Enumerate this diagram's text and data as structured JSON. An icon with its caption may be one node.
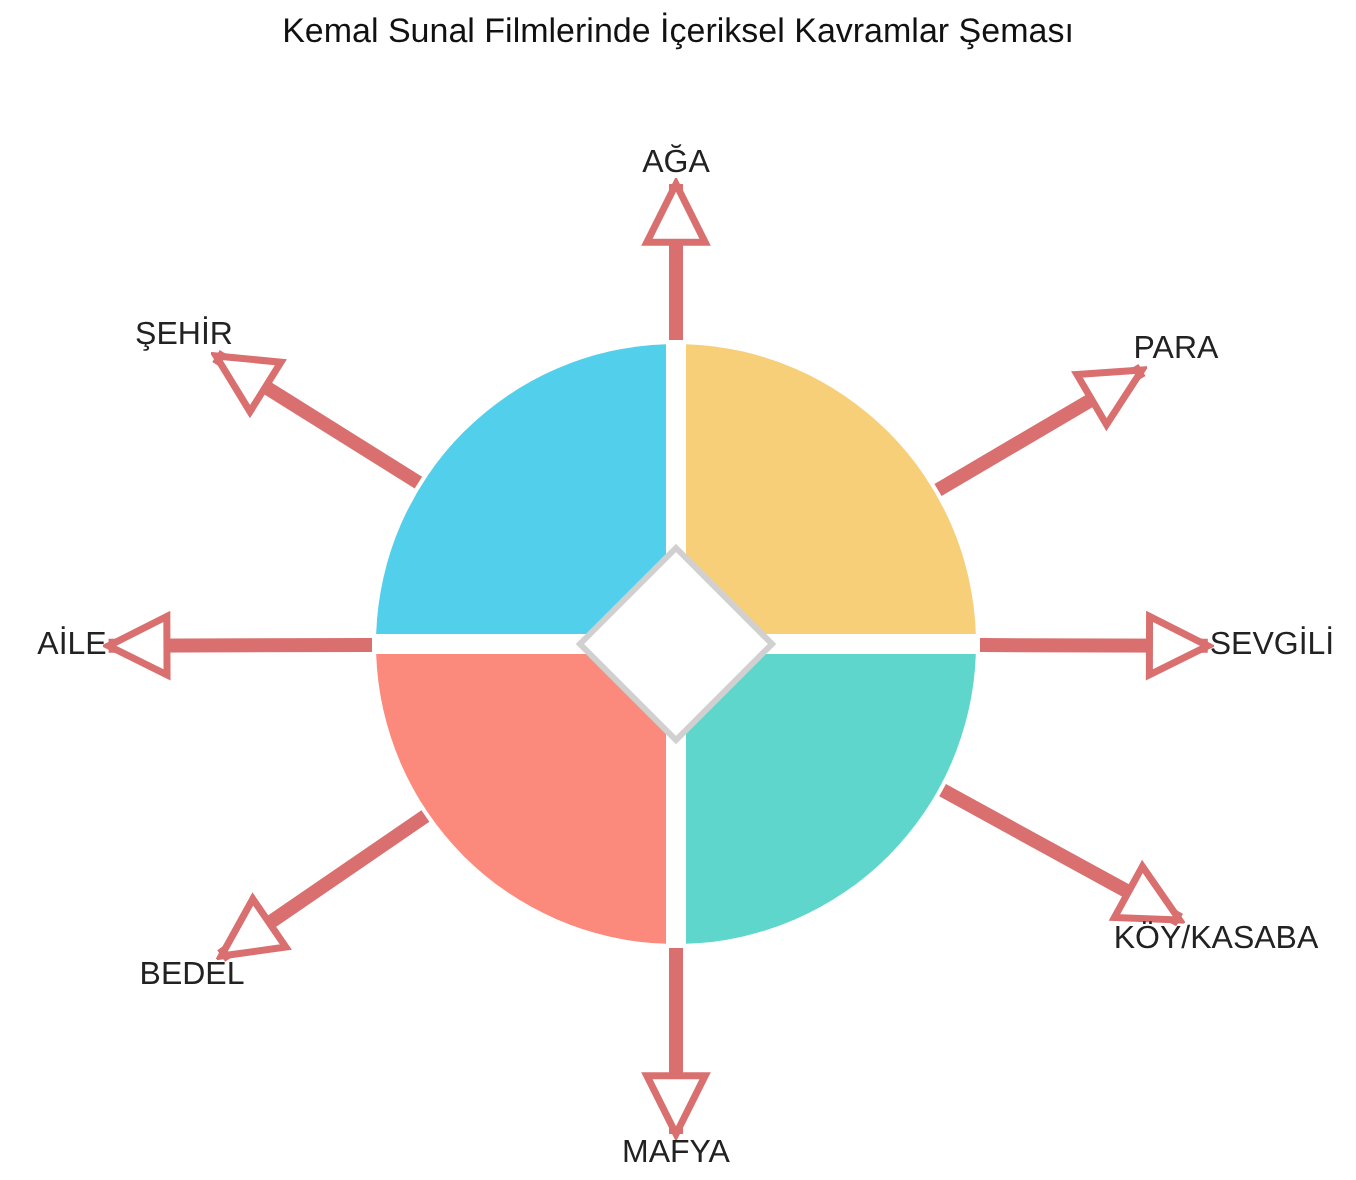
{
  "diagram": {
    "title": "Kemal Sunal Filmlerinde İçeriksel Kavramlar Şeması",
    "nodes": [
      {
        "text": [
          "AĞA"
        ]
      },
      {
        "text": [
          "ŞEHİR"
        ]
      },
      {
        "text": [
          "PARA"
        ]
      },
      {
        "text": [],
        "shape": "circle"
      },
      {
        "text": [
          "AİLE"
        ]
      },
      {
        "text": [
          "SEVGİLİ"
        ]
      },
      {
        "text": [
          "KÖY/KASABA"
        ]
      },
      {
        "text": [
          "BEDEL"
        ]
      },
      {
        "text": [
          "MAFYA"
        ]
      }
    ],
    "edges": [
      {
        "from": 3,
        "to": 0,
        "arrow": "to"
      },
      {
        "from": 3,
        "to": 1,
        "arrow": "to"
      },
      {
        "from": 3,
        "to": 2,
        "arrow": "to"
      },
      {
        "from": 3,
        "to": 4,
        "arrow": "to"
      },
      {
        "from": 3,
        "to": 5,
        "arrow": "to"
      },
      {
        "from": 3,
        "to": 6,
        "arrow": "to"
      },
      {
        "from": 3,
        "to": 7,
        "arrow": "to"
      },
      {
        "from": 3,
        "to": 8,
        "arrow": "to"
      }
    ]
  }
}
